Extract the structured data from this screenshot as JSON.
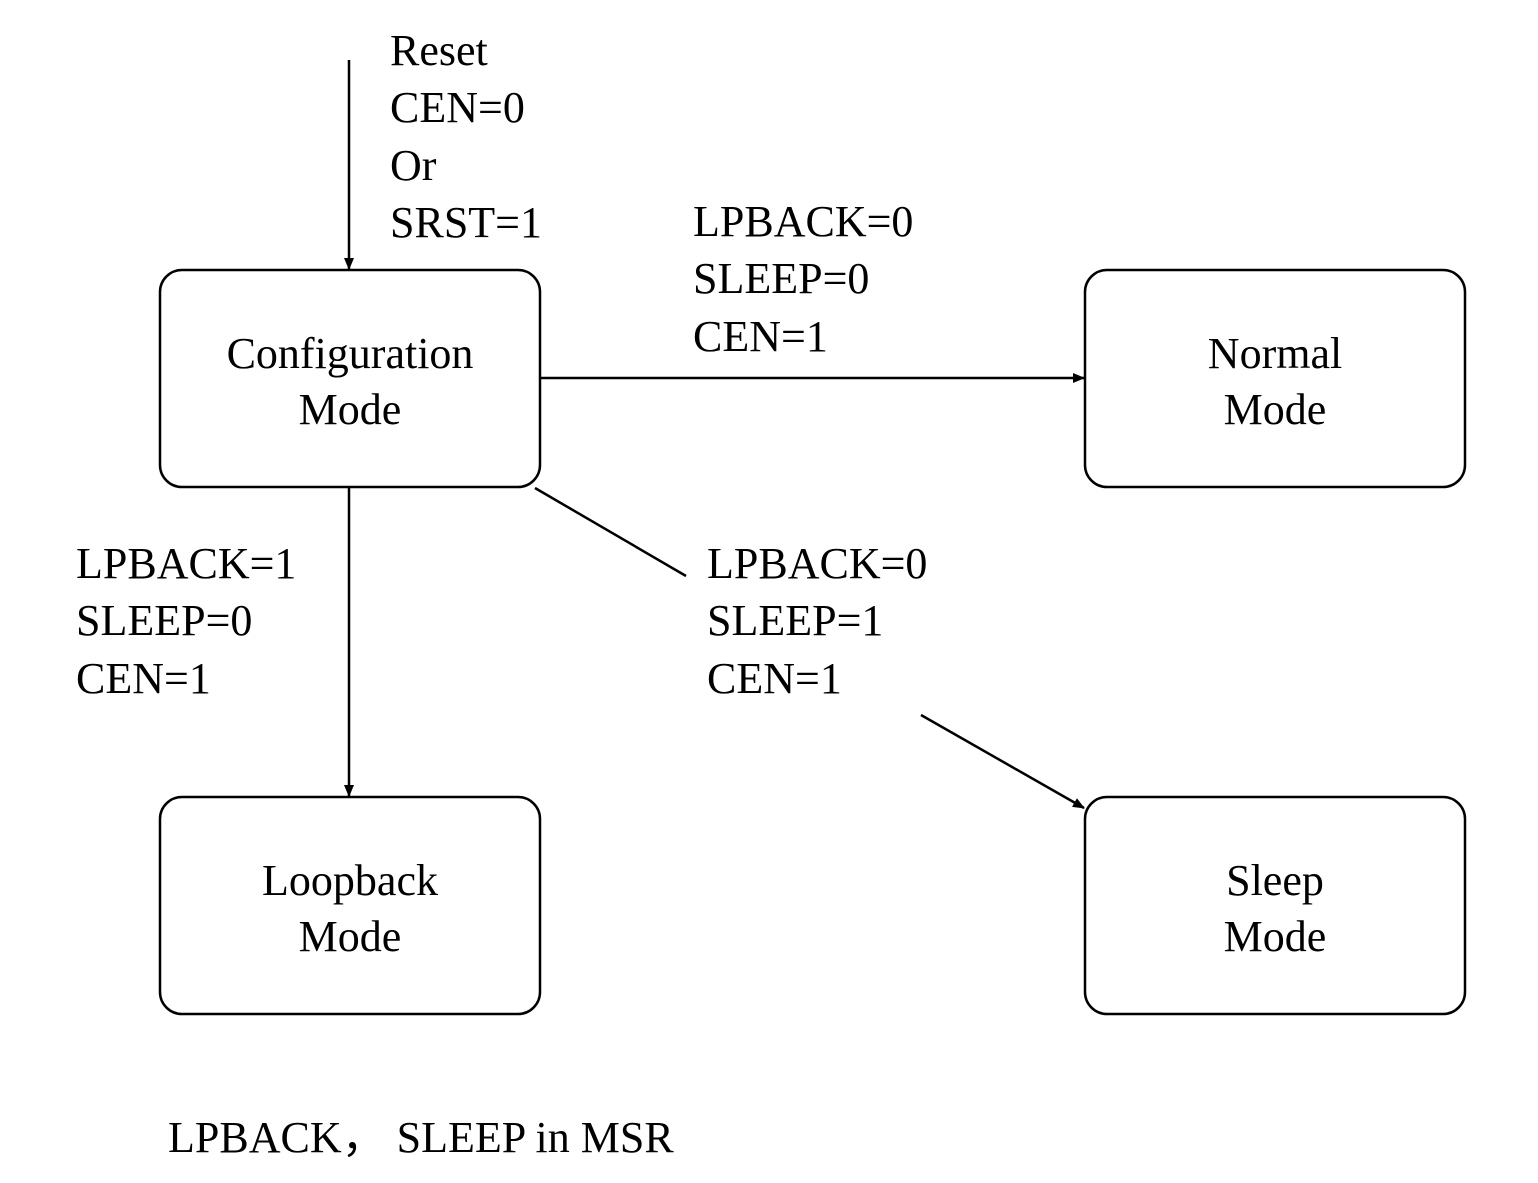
{
  "reset_label": [
    "Reset",
    "CEN=0",
    "Or",
    "SRST=1"
  ],
  "states": {
    "configuration": [
      "Configuration",
      "Mode"
    ],
    "normal": [
      "Normal",
      "Mode"
    ],
    "loopback": [
      "Loopback",
      "Mode"
    ],
    "sleep": [
      "Sleep",
      "Mode"
    ]
  },
  "transitions": {
    "to_normal": [
      "LPBACK=0",
      "SLEEP=0",
      "CEN=1"
    ],
    "to_loopback": [
      "LPBACK=1",
      "SLEEP=0",
      "CEN=1"
    ],
    "to_sleep": [
      "LPBACK=0",
      "SLEEP=1",
      "CEN=1"
    ]
  },
  "footnote": "LPBACK， SLEEP in MSR"
}
